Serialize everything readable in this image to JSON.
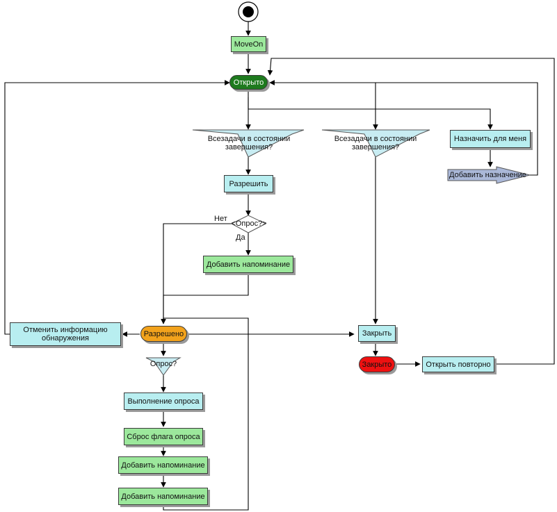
{
  "colors": {
    "action_cyan": "#b8eef0",
    "action_green": "#9ce89c",
    "state_open": "#1e7a1e",
    "state_resolved": "#f2a21c",
    "state_closed": "#ee1111",
    "arrow_shape": "#aab8d8",
    "decision_fill": "#c8ecf2",
    "line": "#000000"
  },
  "nodes": {
    "start_label": "",
    "moveon": "MoveOn",
    "open": "Открыто",
    "all_tasks_left": "Всезадачи в состоянии завершения?",
    "all_tasks_mid": "Всезадачи в состоянии завершения?",
    "assign_to_me": "Назначить для меня",
    "add_assignment": "Добавить назначение",
    "resolve": "Разрешить",
    "survey_decision": "<Опрос?>",
    "add_reminder_1": "Добавить напоминание",
    "cancel_discovery": "Отменить информацию обнаружения",
    "resolved": "Разрешено",
    "close_action": "Закрыть",
    "closed": "Закрыто",
    "reopen": "Открыть повторно",
    "survey_q": "Опрос?",
    "do_survey": "Выполнение опроса",
    "reset_flag": "Сброс флага опроса",
    "add_reminder_2": "Добавить напоминание",
    "add_reminder_3": "Добавить напоминание"
  },
  "edge_labels": {
    "no": "Нет",
    "yes": "Да"
  }
}
